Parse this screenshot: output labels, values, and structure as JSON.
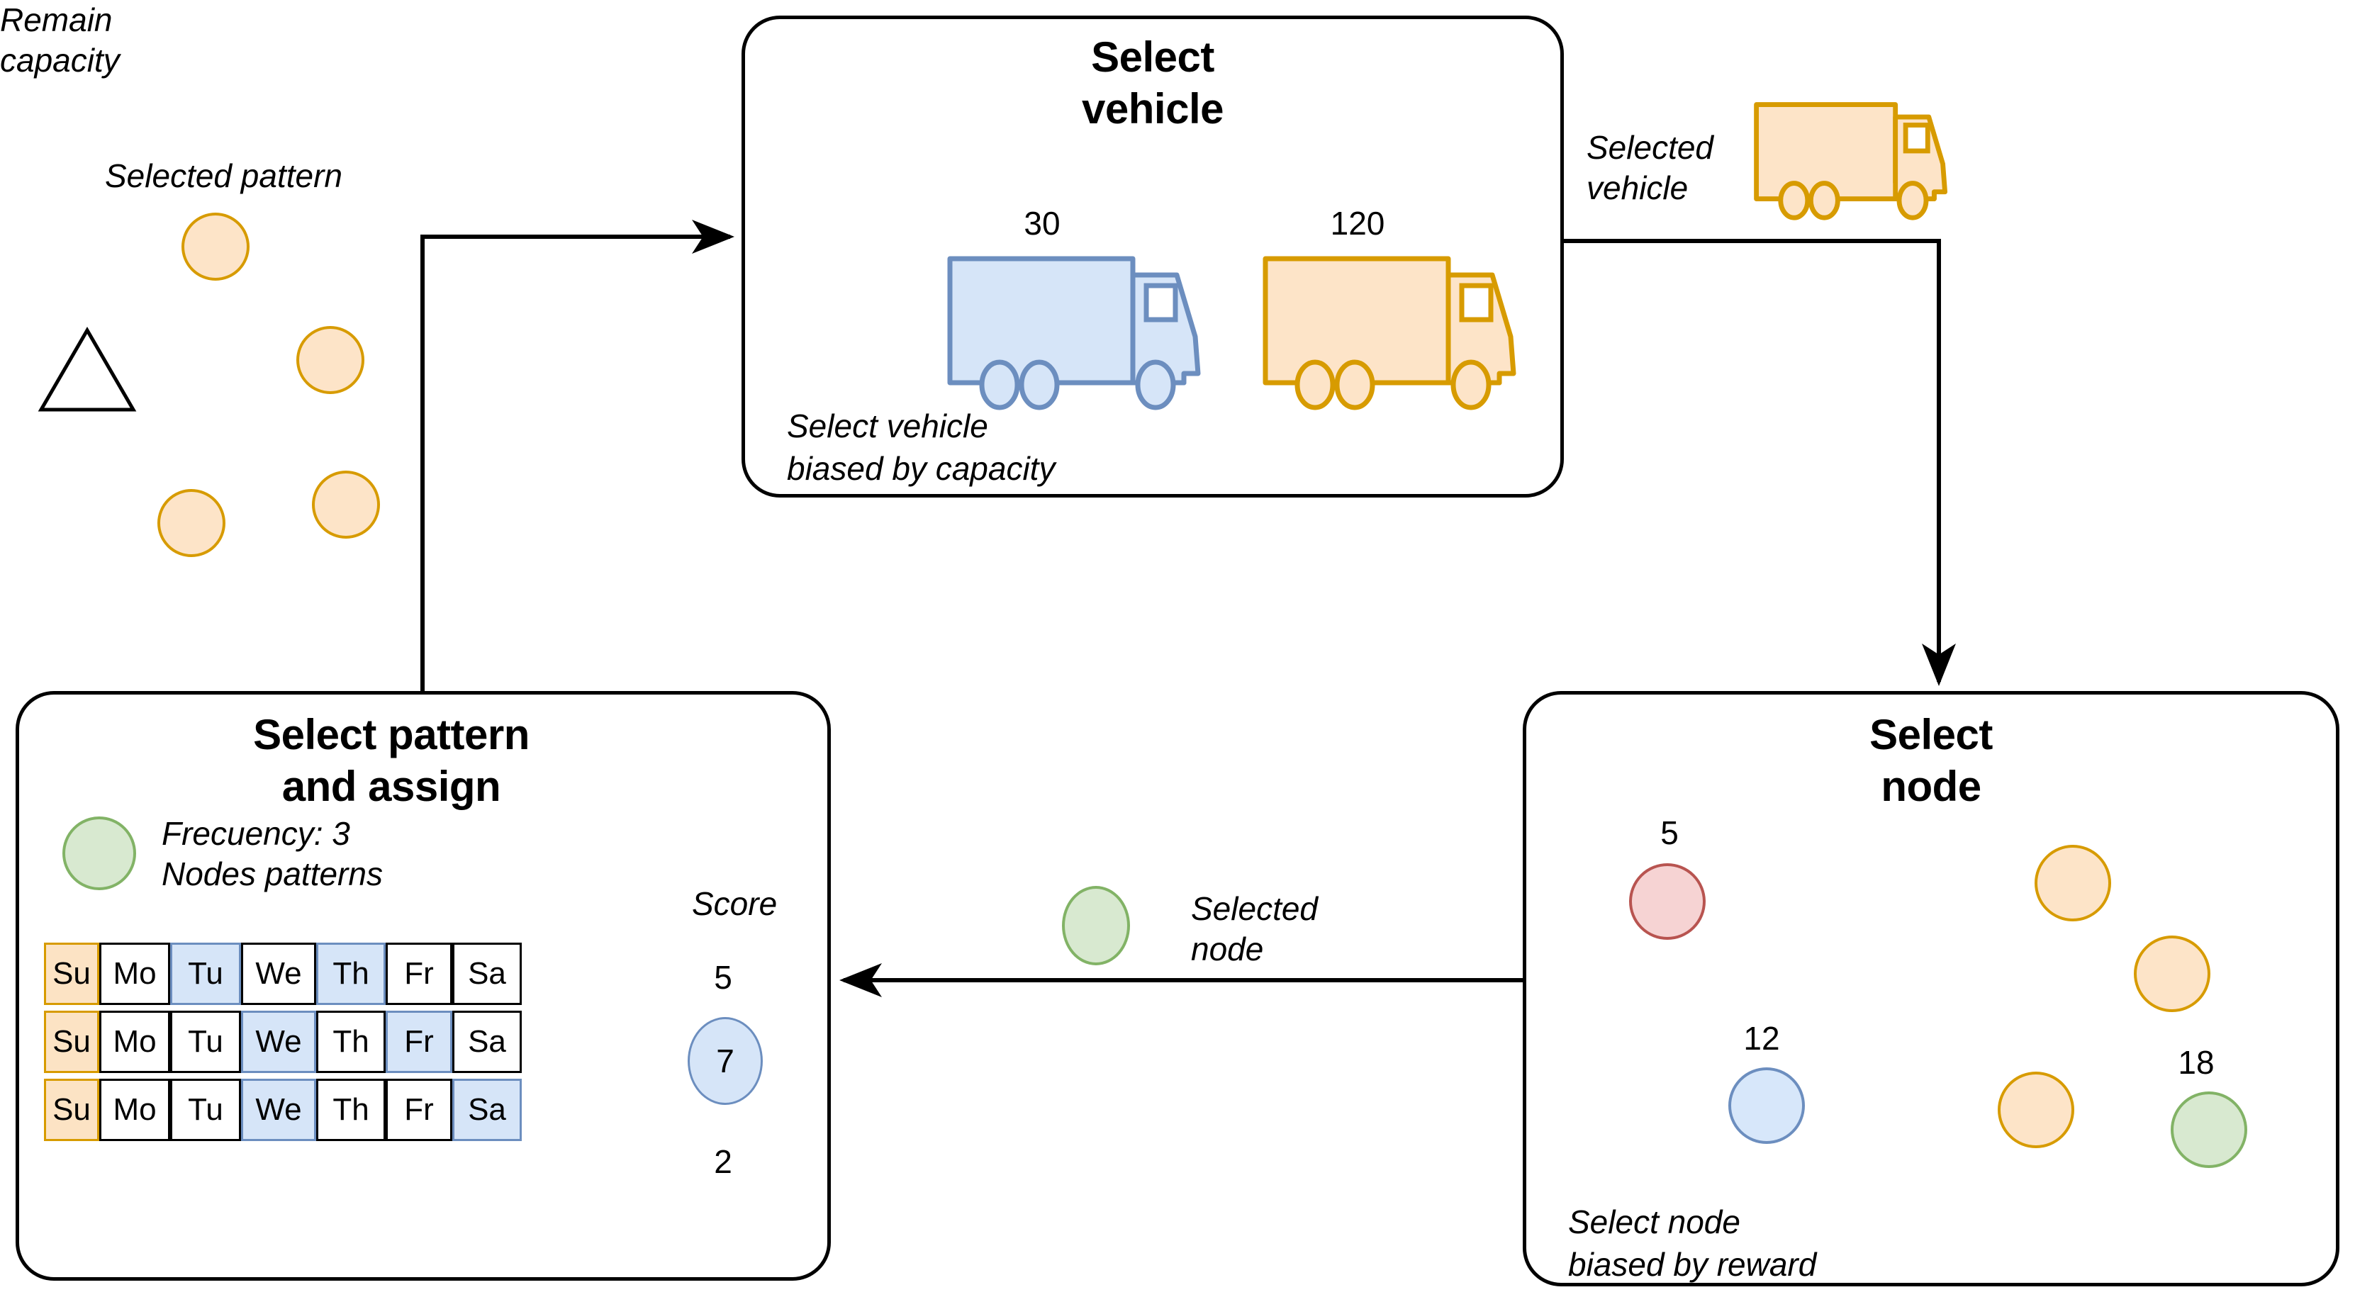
{
  "diagram": {
    "title_hidden": "",
    "top_left": {
      "label": "Selected pattern",
      "dots": [
        {
          "name": "pattern-dot-1",
          "color": "orange"
        },
        {
          "name": "pattern-dot-2",
          "color": "orange"
        },
        {
          "name": "pattern-dot-3",
          "color": "orange"
        },
        {
          "name": "pattern-dot-4",
          "color": "orange"
        }
      ],
      "depot_icon": "triangle-depot-icon"
    },
    "select_vehicle": {
      "title_line1": "Select",
      "title_line2": "vehicle",
      "left_label_line1": "Remain",
      "left_label_line2": "capacity",
      "caption_line1": "Select vehicle",
      "caption_line2": "biased by capacity",
      "vehicles": [
        {
          "capacity": "30",
          "color": "blue",
          "name": "truck-blue"
        },
        {
          "capacity": "120",
          "color": "orange",
          "name": "truck-orange"
        }
      ]
    },
    "selected_vehicle": {
      "label_line1": "Selected",
      "label_line2": "vehicle",
      "capacity_color": "orange"
    },
    "select_node": {
      "title_line1": "Select",
      "title_line2": "node",
      "caption_line1": "Select node",
      "caption_line2": "biased by reward",
      "depot_icon": "triangle-depot-icon",
      "nodes": [
        {
          "reward": "5",
          "color": "red"
        },
        {
          "reward": "",
          "color": "orange"
        },
        {
          "reward": "",
          "color": "orange"
        },
        {
          "reward": "12",
          "color": "blue"
        },
        {
          "reward": "",
          "color": "orange"
        },
        {
          "reward": "18",
          "color": "green"
        }
      ]
    },
    "selected_node": {
      "label_line1": "Selected",
      "label_line2": "node",
      "color": "green"
    },
    "select_pattern": {
      "title_line1": "Select pattern",
      "title_line2": "and assign",
      "legend_line1": "Frecuency: 3",
      "legend_line2": "Nodes patterns",
      "legend_dot_color": "green",
      "score_header": "Score",
      "day_names": [
        "Su",
        "Mo",
        "Tu",
        "We",
        "Th",
        "Fr",
        "Sa"
      ],
      "rows": [
        {
          "days": [
            "Su",
            "Mo",
            "Tu",
            "We",
            "Th",
            "Fr",
            "Sa"
          ],
          "highlight": [
            false,
            false,
            true,
            false,
            true,
            false,
            false
          ],
          "score": "5",
          "selected": false
        },
        {
          "days": [
            "Su",
            "Mo",
            "Tu",
            "We",
            "Th",
            "Fr",
            "Sa"
          ],
          "highlight": [
            false,
            false,
            false,
            true,
            false,
            true,
            false
          ],
          "score": "7",
          "selected": true
        },
        {
          "days": [
            "Su",
            "Mo",
            "Tu",
            "We",
            "Th",
            "Fr",
            "Sa"
          ],
          "highlight": [
            false,
            false,
            false,
            true,
            false,
            false,
            true
          ],
          "score": "2",
          "selected": false
        }
      ]
    },
    "colors": {
      "orange_fill": "#fde4c8",
      "orange_stroke": "#d79b00",
      "blue_fill": "#d6e5f8",
      "blue_stroke": "#6c8ebf",
      "green_fill": "#d8e9d0",
      "green_stroke": "#82b366",
      "red_fill": "#f6d3d3",
      "red_stroke": "#b85450",
      "line": "#000000"
    }
  }
}
